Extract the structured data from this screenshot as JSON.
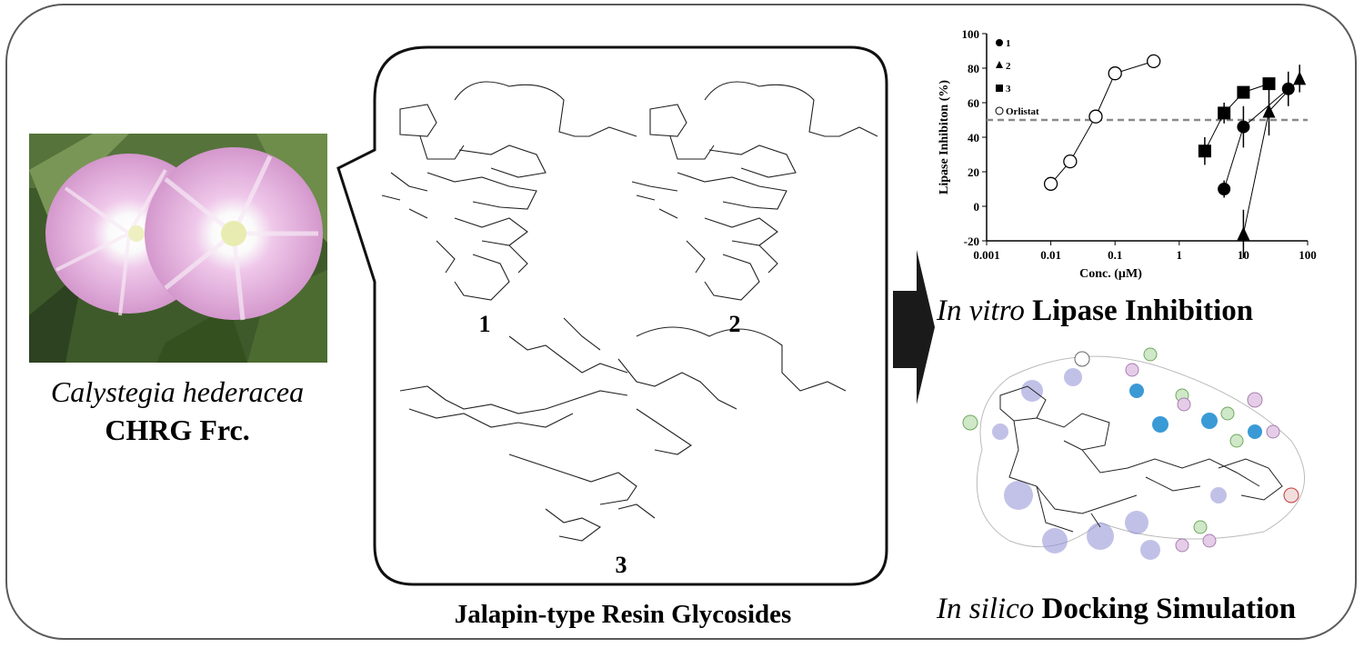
{
  "plant": {
    "name": "Calystegia hederacea",
    "fraction": "CHRG Frc."
  },
  "structures": {
    "title": "Jalapin-type Resin Glycosides",
    "labels": [
      "1",
      "2",
      "3"
    ]
  },
  "inhibition": {
    "italic": "In vitro",
    "rest": " Lipase Inhibition"
  },
  "docking": {
    "italic": "In silico",
    "rest": " Docking Simulation"
  },
  "colors": {
    "frame": "#5a5a5a",
    "arrow": "#1a1a1a",
    "reference_line": "#8a8a8a",
    "pink_petal": "#d99ad0",
    "glow": "#8f8fd6"
  },
  "chart_data": {
    "type": "scatter",
    "xscale": "log",
    "xlabel": "Conc. (µM)",
    "ylabel": "Lipase Inhibiton (%)",
    "xlim": [
      0.001,
      100
    ],
    "ylim": [
      -20,
      100
    ],
    "xticks": [
      "0.001",
      "0.01",
      "0.1",
      "1",
      "10",
      "100"
    ],
    "yticks": [
      "-20",
      "0",
      "20",
      "40",
      "60",
      "80",
      "100"
    ],
    "reference_line": 50,
    "legend_position": "top-left",
    "series": [
      {
        "name": "1",
        "marker": "circle-filled",
        "x": [
          5,
          10,
          50
        ],
        "y": [
          10,
          46,
          68
        ],
        "err": [
          5,
          12,
          10
        ]
      },
      {
        "name": "2",
        "marker": "triangle-filled",
        "x": [
          10,
          25,
          75
        ],
        "y": [
          -16,
          55,
          74
        ],
        "err": [
          14,
          14,
          8
        ]
      },
      {
        "name": "3",
        "marker": "square-filled",
        "x": [
          2.5,
          5,
          10,
          25
        ],
        "y": [
          32,
          54,
          66,
          71
        ],
        "err": [
          8,
          6,
          3,
          3
        ]
      },
      {
        "name": "Orlistat",
        "marker": "circle-open",
        "x": [
          0.01,
          0.02,
          0.05,
          0.1,
          0.4
        ],
        "y": [
          13,
          26,
          52,
          77,
          84
        ],
        "err": [
          3,
          3,
          3,
          2,
          1
        ]
      }
    ]
  }
}
